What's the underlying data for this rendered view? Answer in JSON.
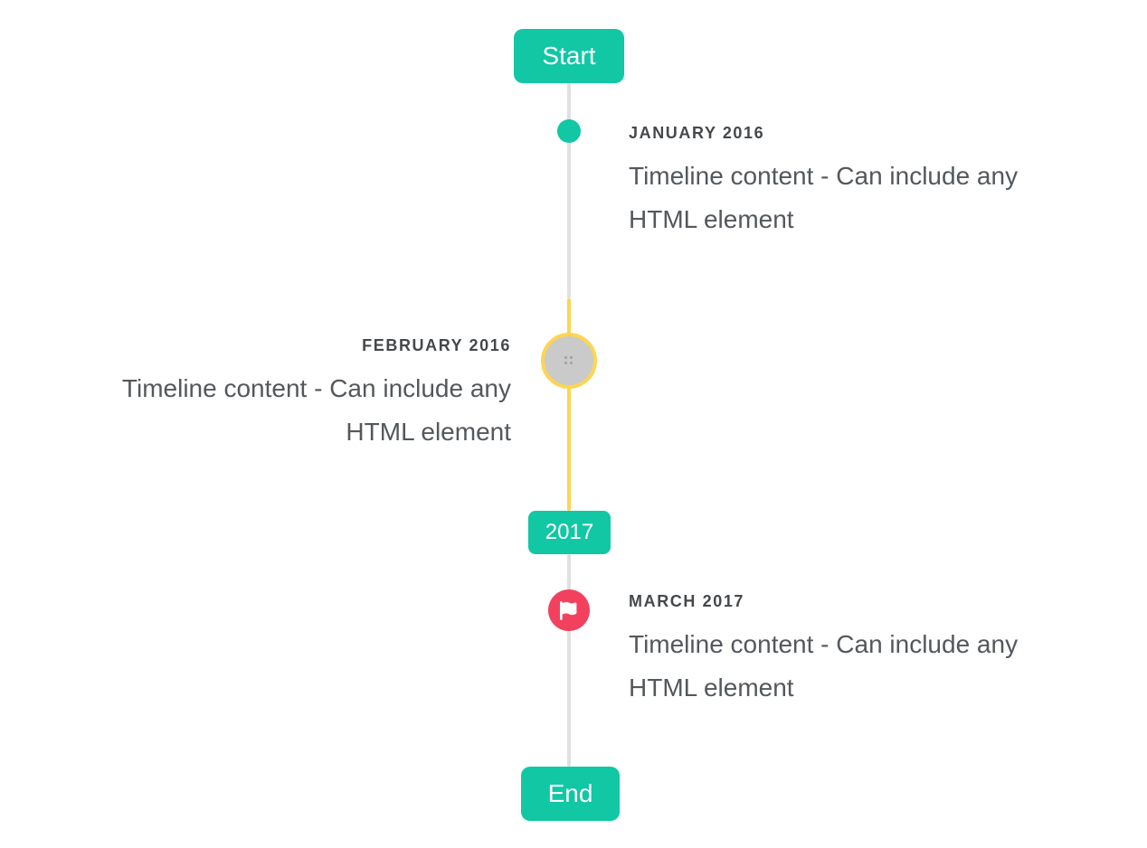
{
  "colors": {
    "teal": "#11c7a4",
    "yellow": "#fdd551",
    "red": "#f2415f",
    "line_gray": "#e0e0e0",
    "node_gray_fill": "#cacaca",
    "title_text": "#45484b",
    "body_text": "#54585c",
    "badge_text": "#ffffff",
    "page_bg": "#ffffff"
  },
  "timeline": {
    "start_label": "Start",
    "year_divider": "2017",
    "end_label": "End",
    "items": [
      {
        "title": "JANUARY 2016",
        "side": "right",
        "marker": "teal-dot",
        "content_lines": [
          "Timeline content - Can include any",
          "HTML element"
        ]
      },
      {
        "title": "FEBRUARY 2016",
        "side": "left",
        "marker": "gray-circle-yellow-ring-broken-image",
        "content_lines": [
          "Timeline content - Can include any",
          "HTML element"
        ]
      },
      {
        "title": "MARCH 2017",
        "side": "right",
        "marker": "red-flag-circle",
        "content_lines": [
          "Timeline content - Can include any",
          "HTML element"
        ]
      }
    ]
  }
}
